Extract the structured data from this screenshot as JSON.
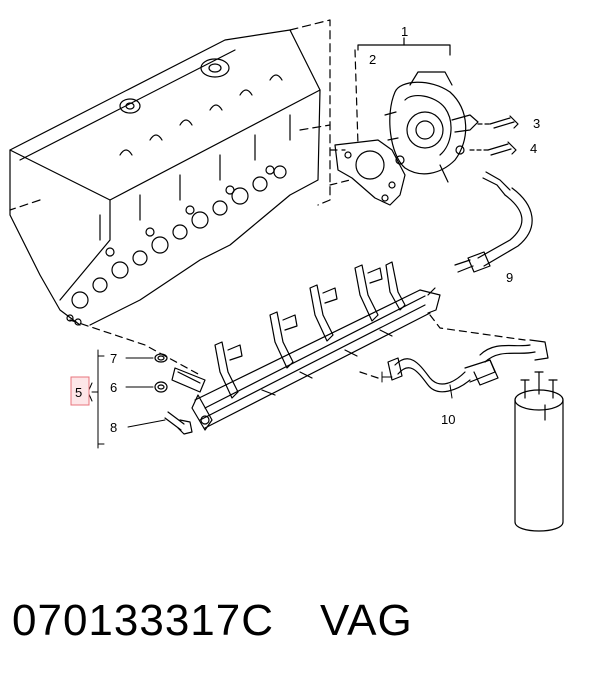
{
  "diagram": {
    "callouts": {
      "c1": "1",
      "c2": "2",
      "c3": "3",
      "c4": "4",
      "c5": "5",
      "c6": "6",
      "c7": "7",
      "c8": "8",
      "c9": "9",
      "c10": "10"
    },
    "highlight_color": "#e8747c",
    "highlight_fill": "#fde6e8"
  },
  "caption": {
    "part_number": "070133317C",
    "brand": "VAG"
  }
}
